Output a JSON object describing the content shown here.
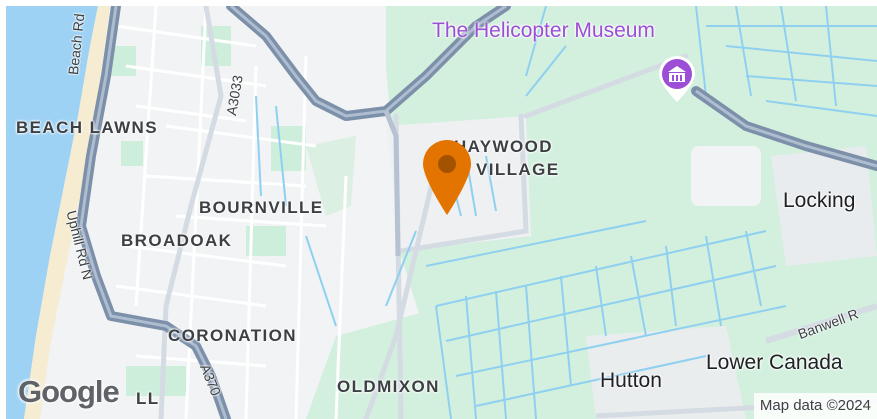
{
  "map": {
    "poi": {
      "label": "The Helicopter Museum",
      "icon": "museum-icon",
      "color": "#9c4fd6"
    },
    "districts": {
      "beach_lawns": "BEACH LAWNS",
      "haywood_village_1": "HAYWOOD",
      "haywood_village_2": "VILLAGE",
      "bournville": "BOURNVILLE",
      "broadoak": "BROADOAK",
      "coronation": "CORONATION",
      "oldmixon": "OLDMIXON",
      "cut_label": "LL"
    },
    "towns": {
      "locking": "Locking",
      "hutton": "Hutton",
      "lower_canada": "Lower Canada"
    },
    "roads": {
      "beach_rd": "Beach Rd",
      "a3033": "A3033",
      "uphill_rd_n": "Uphill Rd N",
      "a370": "A370",
      "banwell_rd": "Banwell R"
    },
    "marker": {
      "icon": "location-pin-icon",
      "color": "#e37400"
    },
    "colors": {
      "land": "#f1f3f4",
      "sea": "#9ed2f4",
      "beach": "#f7efd6",
      "green": "#cdeedb",
      "major_road": "#7a8ea8",
      "road": "#d7dce3",
      "water": "#8fd0f0"
    },
    "logo": "Google",
    "attribution": "Map data ©2024"
  }
}
